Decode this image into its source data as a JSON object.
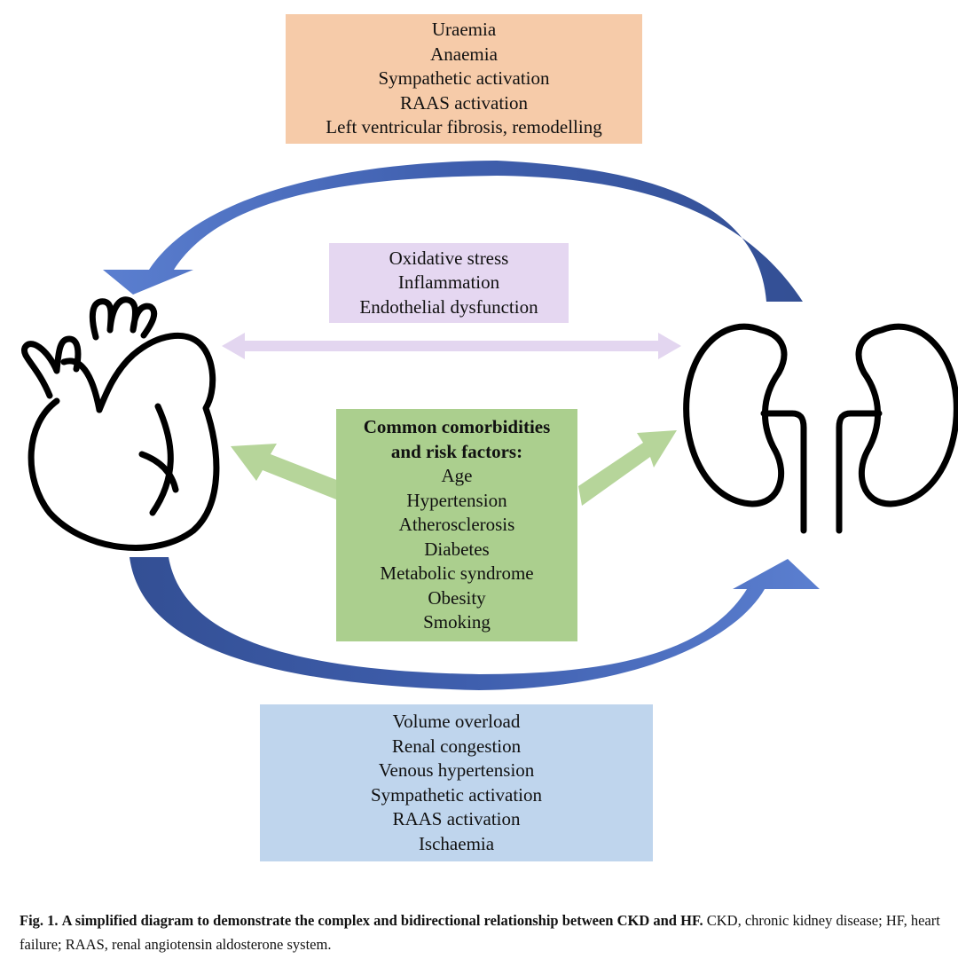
{
  "colors": {
    "top_box": "#f6cba9",
    "middle_box": "#e5d7f1",
    "center_box": "#abcf8e",
    "bottom_box": "#bfd5ed",
    "blue_arrow": "#4a6bbd",
    "purple_arrow": "#e3d6f0",
    "green_arrow": "#b6d59a",
    "outline": "#000000"
  },
  "icons": [
    "heart-icon",
    "kidneys-icon"
  ],
  "diagram": {
    "top_box": {
      "lines": [
        "Uraemia",
        "Anaemia",
        "Sympathetic activation",
        "RAAS activation",
        "Left ventricular fibrosis, remodelling"
      ]
    },
    "middle_box": {
      "lines": [
        "Oxidative stress",
        "Inflammation",
        "Endothelial dysfunction"
      ]
    },
    "center_box": {
      "heading_lines": [
        "Common comorbidities",
        "and risk factors:"
      ],
      "lines": [
        "Age",
        "Hypertension",
        "Atherosclerosis",
        "Diabetes",
        "Metabolic syndrome",
        "Obesity",
        "Smoking"
      ]
    },
    "bottom_box": {
      "lines": [
        "Volume overload",
        "Renal congestion",
        "Venous hypertension",
        "Sympathetic activation",
        "RAAS activation",
        "Ischaemia"
      ]
    }
  },
  "caption": {
    "label": "Fig. 1.",
    "title": "A simplified diagram to demonstrate the complex and bidirectional relationship between CKD and HF.",
    "text": "CKD, chronic kidney disease; HF, heart failure; RAAS, renal angiotensin aldosterone system."
  }
}
